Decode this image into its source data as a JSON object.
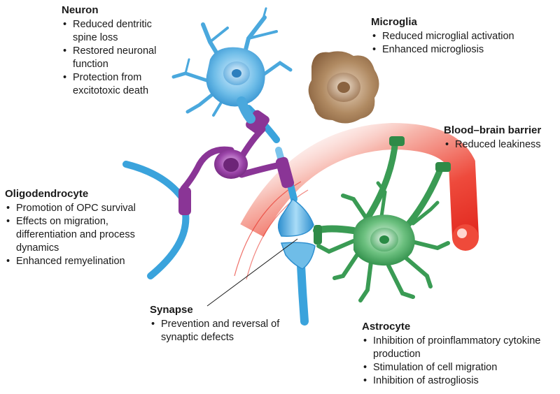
{
  "neuron": {
    "title": "Neuron",
    "items": [
      "Reduced dentritic spine loss",
      "Restored neuronal function",
      "Protection from excitotoxic death"
    ]
  },
  "microglia": {
    "title": "Microglia",
    "items": [
      "Reduced microglial activation",
      "Enhanced microgliosis"
    ]
  },
  "bbb": {
    "title": "Blood–brain barrier",
    "items": [
      "Reduced leakiness"
    ]
  },
  "oligodendrocyte": {
    "title": "Oligodendrocyte",
    "items": [
      "Promotion of OPC survival",
      "Effects on migration, differentiation and process dynamics",
      "Enhanced remyelination"
    ]
  },
  "synapse": {
    "title": "Synapse",
    "items": [
      "Prevention and reversal of synaptic defects"
    ]
  },
  "astrocyte": {
    "title": "Astrocyte",
    "items": [
      "Inhibition of proinflammatory cytokine production",
      "Stimulation of cell migration",
      "Inhibition of astrogliosis"
    ]
  },
  "colors": {
    "neuron": "#4aa8dd",
    "oligodendrocyte": "#8a3596",
    "microglia": "#a07850",
    "astrocyte": "#2f9a4e",
    "vessel": "#e8332a"
  }
}
